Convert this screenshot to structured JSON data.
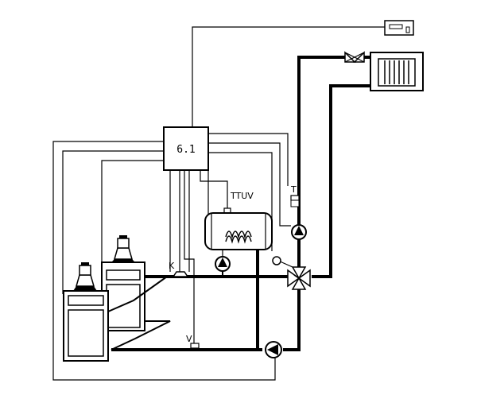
{
  "diagram": {
    "controller_label": "6.1",
    "tank_label": "TTUV",
    "sensor_t_label": "T",
    "sensor_k_label": "K",
    "sensor_v_label": "V",
    "colors": {
      "line": "#000000",
      "background": "#ffffff"
    }
  }
}
